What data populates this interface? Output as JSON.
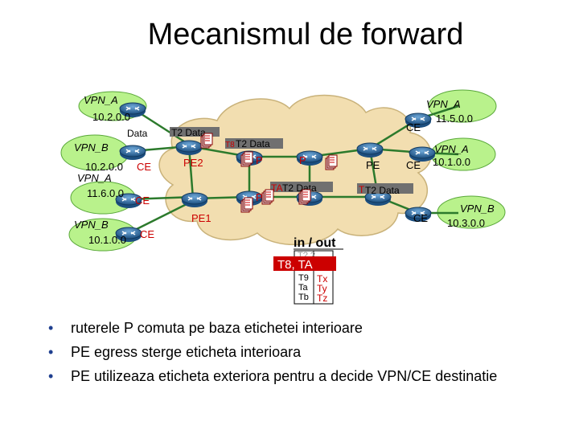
{
  "title": "Mecanismul de forward",
  "colors": {
    "cloud": "#f2deb0",
    "cloud_stroke": "#c9b27a",
    "site_cloud": "#b9f28c",
    "router": "#2a6fa8",
    "packet_gray": "#707070",
    "label_red": "#cc0000"
  },
  "sites": {
    "vpna_1": {
      "name": "VPN_A",
      "prefix": "10.2.0.0"
    },
    "vpnb_1": {
      "name": "VPN_B",
      "prefix": "10.2.0.0"
    },
    "vpna_2": {
      "name": "VPN_A",
      "prefix": "11.6.0.0"
    },
    "vpnb_2": {
      "name": "VPN_B",
      "prefix": "10.1.0.0"
    },
    "vpna_3": {
      "name": "VPN_A",
      "prefix": "11.5.0.0"
    },
    "vpna_4": {
      "name": "VPN_A",
      "prefix": "10.1.0.0"
    },
    "vpnb_3": {
      "name": "VPN_B",
      "prefix": "10.3.0.0"
    }
  },
  "labels": {
    "ce": "CE",
    "pe": "PE",
    "pe1": "PE1",
    "pe2": "PE2",
    "p": "P"
  },
  "packets": {
    "data": "Data",
    "t2_data": "T2 Data",
    "t8_t2_data_a": "T8",
    "t8_t2_data_b": "T2 Data",
    "ta_t2_data_a": "TA",
    "ta_t2_data_b": "T2 Data",
    "t2_data_right_a": "T",
    "t2_data_right_b": "T2 Data"
  },
  "table": {
    "header": "in / out",
    "top_partial": "T? ?",
    "highlight": "T8, TA",
    "rows": [
      {
        "in": "T9",
        "out": "Tx"
      },
      {
        "in": "Ta",
        "out": "Ty"
      },
      {
        "in": "Tb",
        "out": "Tz"
      }
    ]
  },
  "bullets": [
    "ruterele P comuta pe baza etichetei interioare",
    "PE egress sterge eticheta interioara",
    "PE utilizeaza eticheta exteriora pentru a decide VPN/CE destinatie"
  ]
}
